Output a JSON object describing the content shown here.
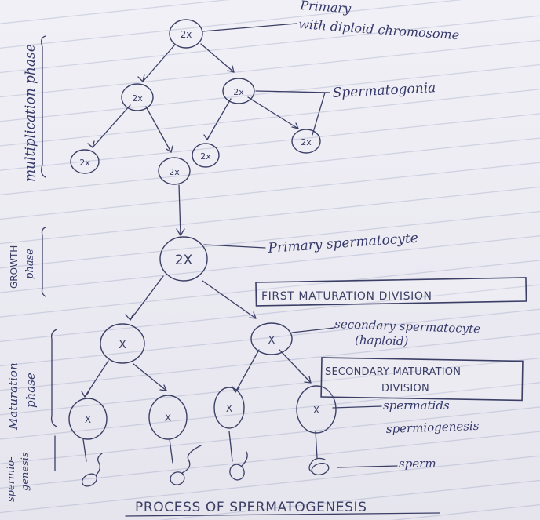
{
  "diagram": {
    "ploidy": {
      "diploid": "2x",
      "primary": "2X",
      "haploid": "X"
    },
    "labels": {
      "top_note_line1": "Primary",
      "top_note_line2": "with diploid chromosome",
      "spermatogonia": "Spermatogonia",
      "primary_spermatocyte": "Primary spermatocyte",
      "first_maturation_division": "FIRST MATURATION DIVISION",
      "secondary_spermatocyte": "secondary spermatocyte",
      "haploid": "(haploid)",
      "secondary_maturation_division_line1": "SECONDARY MATURATION",
      "secondary_maturation_division_line2": "DIVISION",
      "spermatids": "spermatids",
      "spermiogenesis": "spermiogenesis",
      "sperm": "sperm"
    },
    "phases": {
      "multiplication": "multiplication phase",
      "growth_line1": "GROWTH",
      "growth_line2": "phase",
      "maturation_line1": "Maturation",
      "maturation_line2": "phase",
      "spermiogenesis_line1": "spermio-",
      "spermiogenesis_line2": "genesis"
    },
    "title": "PROCESS OF SPERMATOGENESIS"
  }
}
